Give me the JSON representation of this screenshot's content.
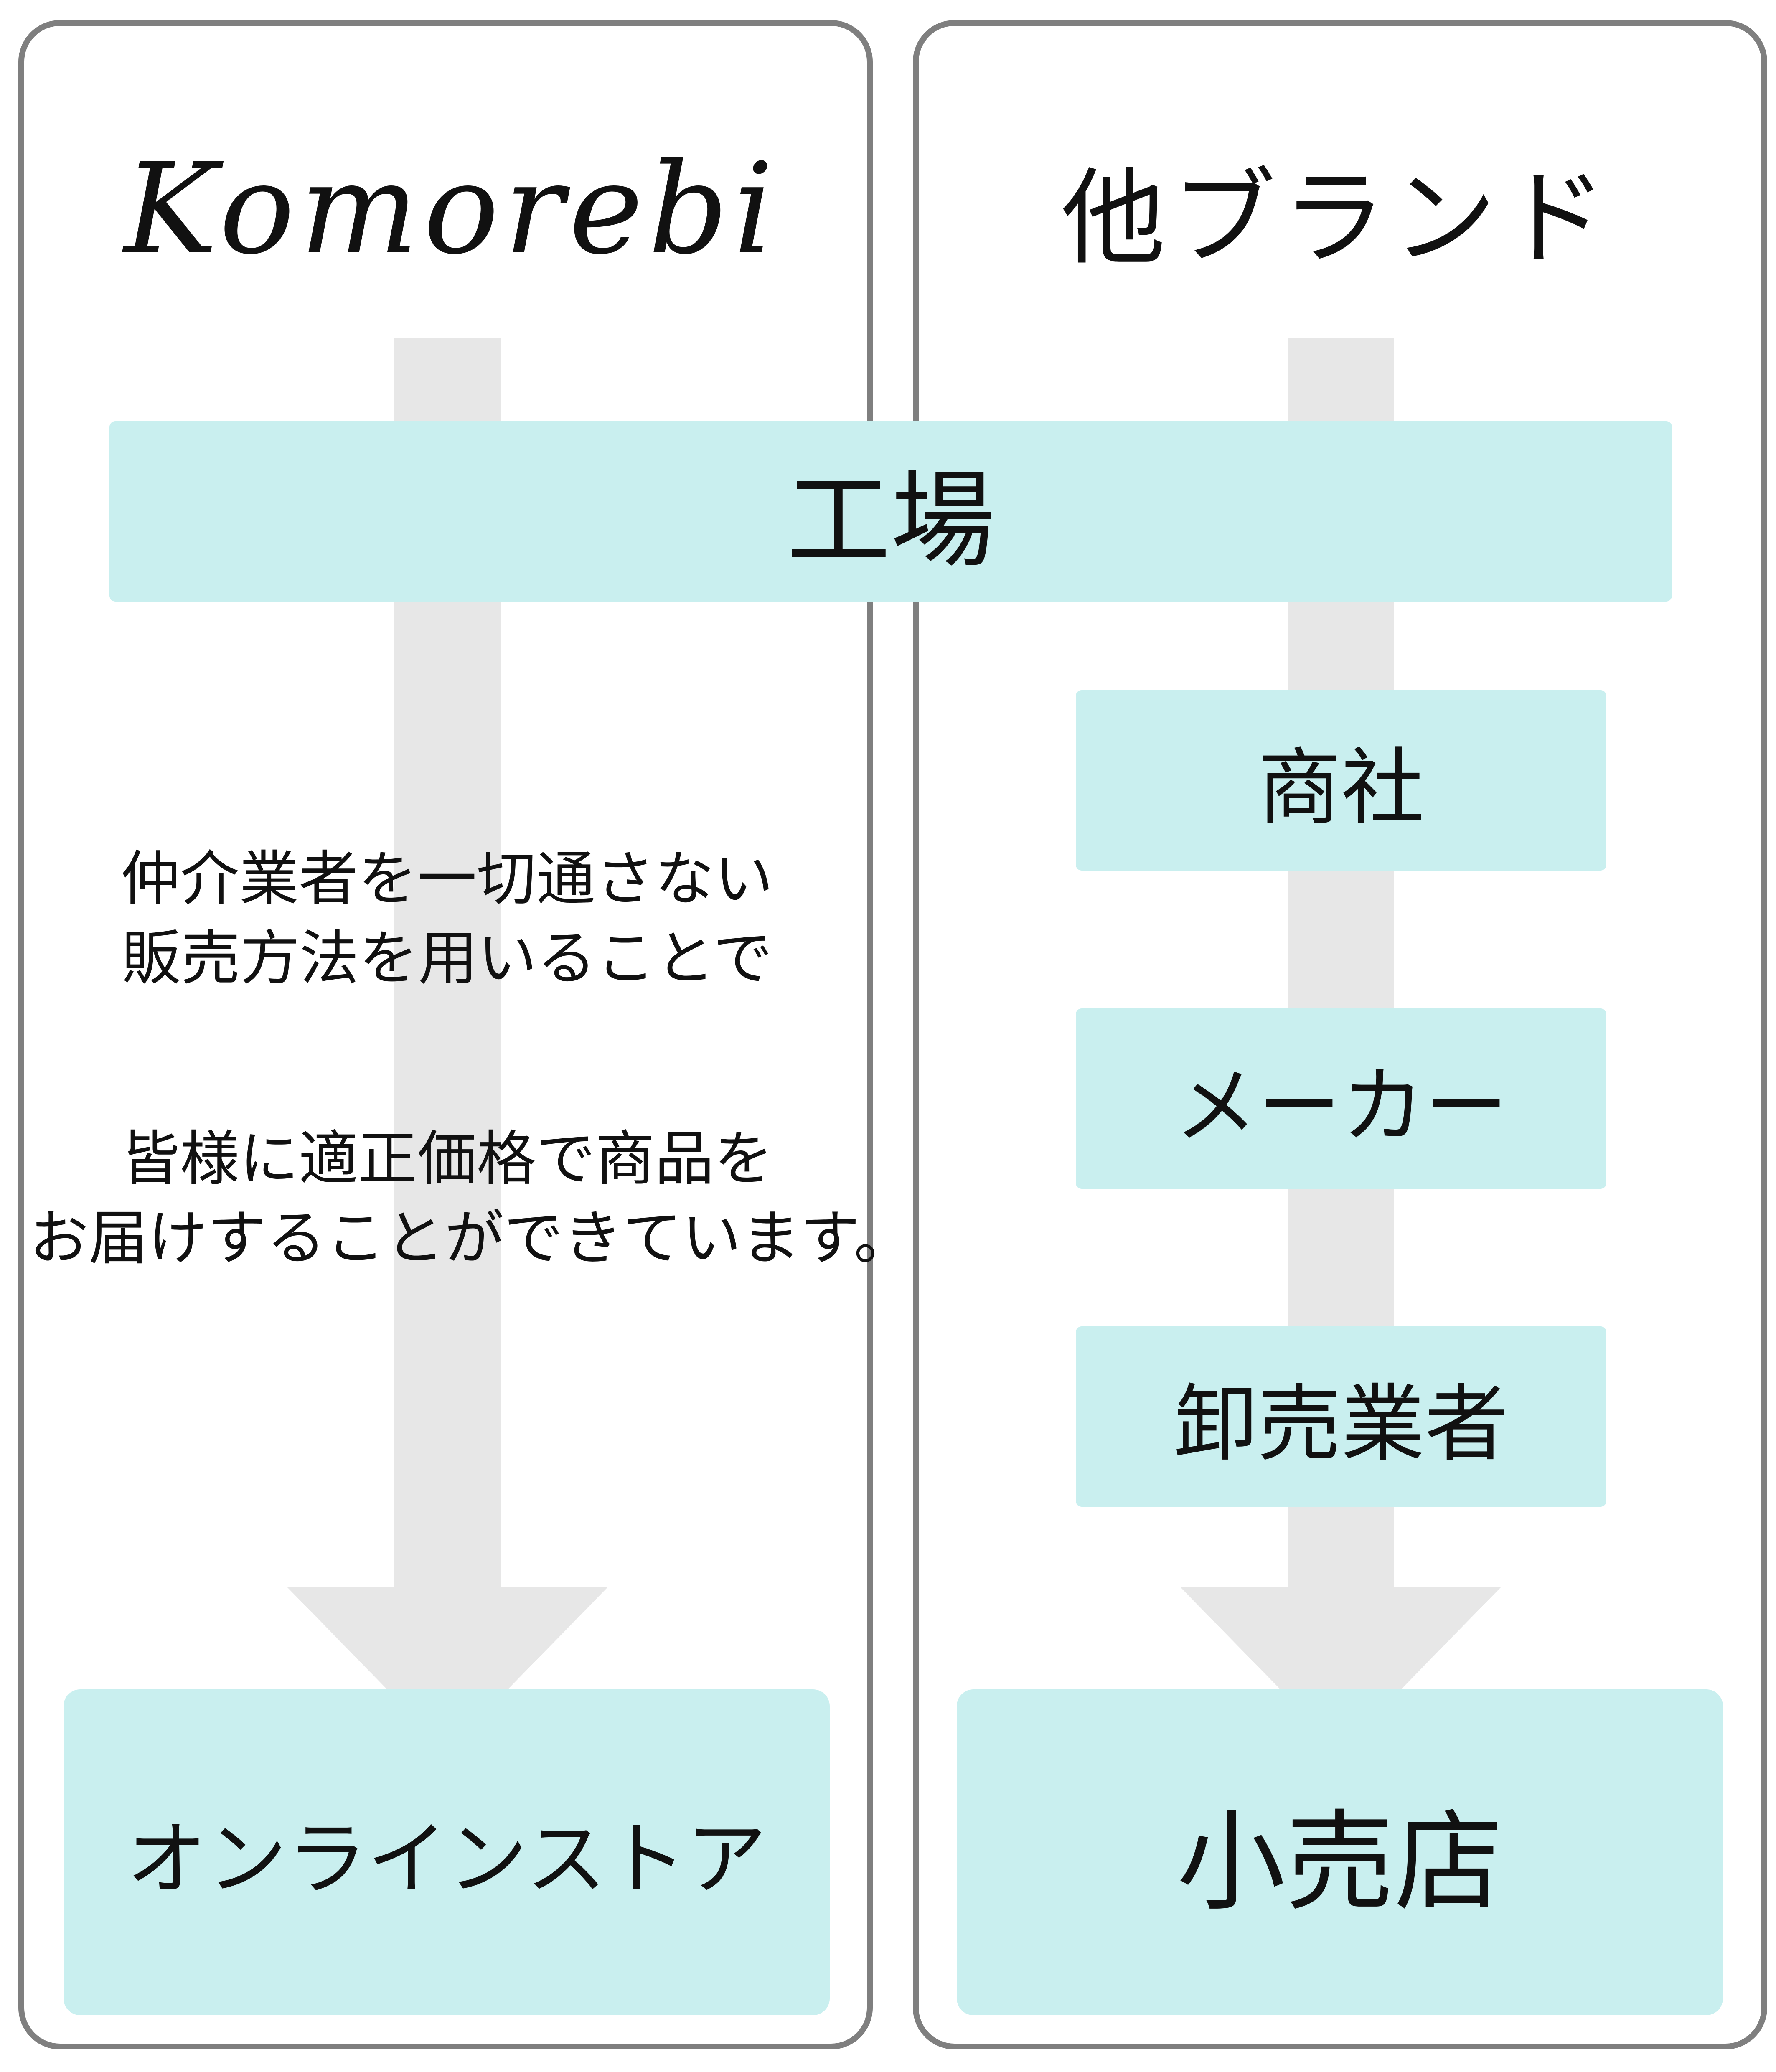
{
  "left_panel": {
    "brand": "Komorebi",
    "description_lines_1": [
      "仲介業者を一切通さない",
      "販売方法を用いることで"
    ],
    "description_lines_2": [
      "皆様に適正価格で商品を",
      "お届けすることができています。"
    ],
    "endpoint": "オンラインストア"
  },
  "shared": {
    "factory": "工場"
  },
  "right_panel": {
    "title": "他ブランド",
    "steps": [
      "商社",
      "メーカー",
      "卸売業者"
    ],
    "endpoint": "小売店"
  },
  "colors": {
    "box_fill": "#c9efef",
    "arrow_fill": "#e7e7e7",
    "panel_border": "#7f7f7f",
    "text": "#111111"
  }
}
